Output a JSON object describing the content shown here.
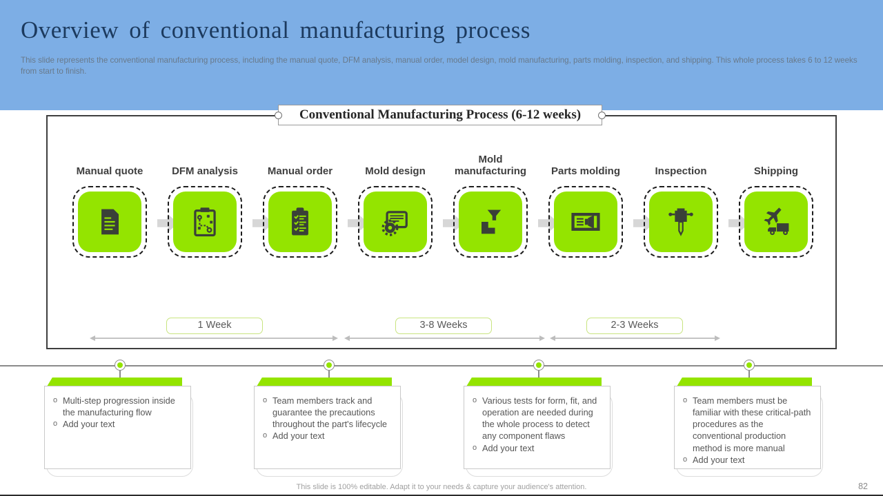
{
  "slide": {
    "title": "Overview of conventional manufacturing process",
    "subtitle": "This slide represents the conventional manufacturing process, including the manual quote, DFM analysis, manual order, model design, mold manufacturing, parts molding, inspection, and shipping. This whole process takes 6 to 12 weeks from start to finish.",
    "footer_note": "This slide is 100% editable. Adapt it to your needs & capture your audience's attention.",
    "page_number": "82"
  },
  "diagram": {
    "title": "Conventional Manufacturing Process (6-12 weeks)",
    "steps": [
      {
        "label": "Manual quote",
        "icon": "document-icon"
      },
      {
        "label": "DFM analysis",
        "icon": "strategy-clipboard-icon"
      },
      {
        "label": "Manual order",
        "icon": "checklist-clipboard-icon"
      },
      {
        "label": "Mold design",
        "icon": "screen-gear-icon"
      },
      {
        "label": "Mold manufacturing",
        "icon": "mold-pour-icon"
      },
      {
        "label": "Parts molding",
        "icon": "mold-part-icon"
      },
      {
        "label": "Inspection",
        "icon": "jackhammer-icon"
      },
      {
        "label": "Shipping",
        "icon": "plane-truck-icon"
      }
    ],
    "durations": [
      {
        "label": "1 Week"
      },
      {
        "label": "3-8 Weeks"
      },
      {
        "label": "2-3 Weeks"
      }
    ]
  },
  "callouts": [
    {
      "bullets": [
        "Multi-step progression inside the manufacturing flow",
        "Add your text"
      ]
    },
    {
      "bullets": [
        "Team members track and guarantee the precautions throughout the part's lifecycle",
        "Add your text"
      ]
    },
    {
      "bullets": [
        "Various tests for form, fit, and operation are needed during the whole process to detect any component flaws",
        "Add your text"
      ]
    },
    {
      "bullets": [
        "Team members must be familiar with these critical-path procedures as the conventional production method is more manual",
        "Add your text"
      ]
    }
  ],
  "colors": {
    "header_blue": "#7daee5",
    "accent_green": "#94e400",
    "icon_dark": "#3a4038",
    "title_navy": "#1c3a5e",
    "pill_border_green": "#c8e47f"
  }
}
